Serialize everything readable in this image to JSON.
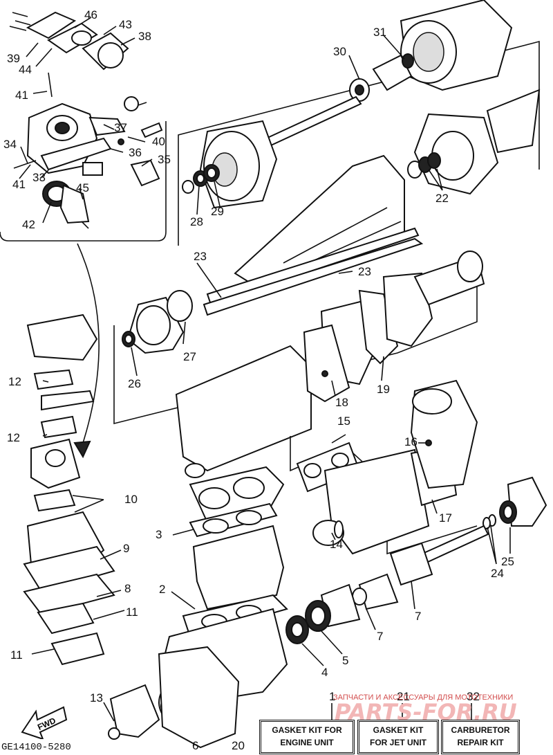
{
  "callouts": {
    "c46": "46",
    "c43": "43",
    "c38": "38",
    "c39": "39",
    "c44": "44",
    "c41a": "41",
    "c37": "37",
    "c40": "40",
    "c34": "34",
    "c36": "36",
    "c35": "35",
    "c41b": "41",
    "c33": "33",
    "c45": "45",
    "c42": "42",
    "c31": "31",
    "c30": "30",
    "c22": "22",
    "c28": "28",
    "c29": "29",
    "c23a": "23",
    "c23b": "23",
    "c27": "27",
    "c26": "26",
    "c19": "19",
    "c18": "18",
    "c12a": "12",
    "c12b": "12",
    "c10": "10",
    "c15": "15",
    "c16": "16",
    "c17": "17",
    "c3": "3",
    "c14": "14",
    "c9": "9",
    "c25": "25",
    "c24": "24",
    "c8": "8",
    "c2": "2",
    "c7a": "7",
    "c7b": "7",
    "c11a": "11",
    "c11b": "11",
    "c5": "5",
    "c4": "4",
    "c13": "13",
    "c6": "6",
    "c20": "20",
    "c1": "1",
    "c21": "21",
    "c32": "32"
  },
  "kits": [
    {
      "line1": "GASKET KIT FOR",
      "line2": "ENGINE UNIT"
    },
    {
      "line1": "GASKET KIT",
      "line2": "FOR JET UNIT"
    },
    {
      "line1": "CARBURETOR",
      "line2": "REPAIR KIT"
    }
  ],
  "fwd_label": "FWD",
  "diagram_code": "GE14100-5280",
  "watermark": {
    "top": "ЗАПЧАСТИ И АКСЕССУАРЫ ДЛЯ МОТОТЕХНИКИ",
    "main": "PARTS-FOR.RU"
  }
}
